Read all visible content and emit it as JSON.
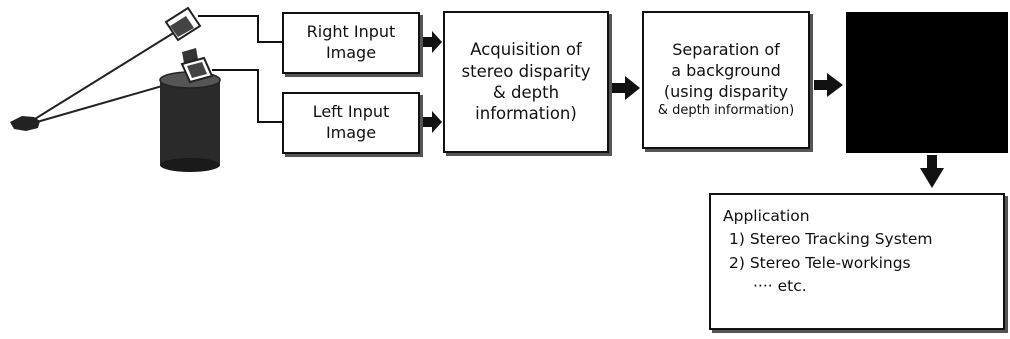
{
  "figure": {
    "right_input": "Right Input\nImage",
    "left_input": "Left Input\nImage",
    "acquisition": "Acquisition of\nstereo disparity\n& depth\ninformation)",
    "separation_main": "Separation of\na background\n(using disparity",
    "separation_small": "& depth information)",
    "application": {
      "title": "Application",
      "items": [
        "1) Stereo Tracking System",
        "2) Stereo Tele-workings",
        "···· etc."
      ]
    }
  }
}
